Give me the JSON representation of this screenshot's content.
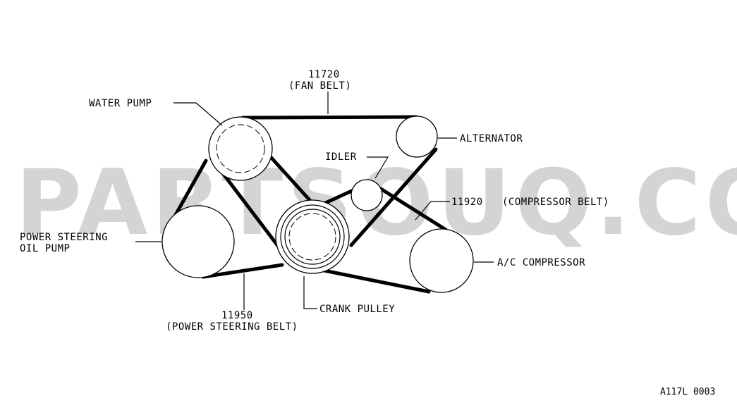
{
  "watermark": "PARTSOUQ.COM",
  "labels": {
    "fan_belt_no": "11720",
    "fan_belt_name": "(FAN BELT)",
    "water_pump": "WATER PUMP",
    "alternator": "ALTERNATOR",
    "idler": "IDLER",
    "compressor_belt_no": "11920",
    "compressor_belt_name": "(COMPRESSOR BELT)",
    "ps_pump_line1": "POWER STEERING",
    "ps_pump_line2": "OIL PUMP",
    "ac_compressor": "A/C COMPRESSOR",
    "crank_pulley": "CRANK PULLEY",
    "ps_belt_no": "11950",
    "ps_belt_name": "(POWER STEERING BELT)"
  },
  "diagram_code": "A117L 0003"
}
